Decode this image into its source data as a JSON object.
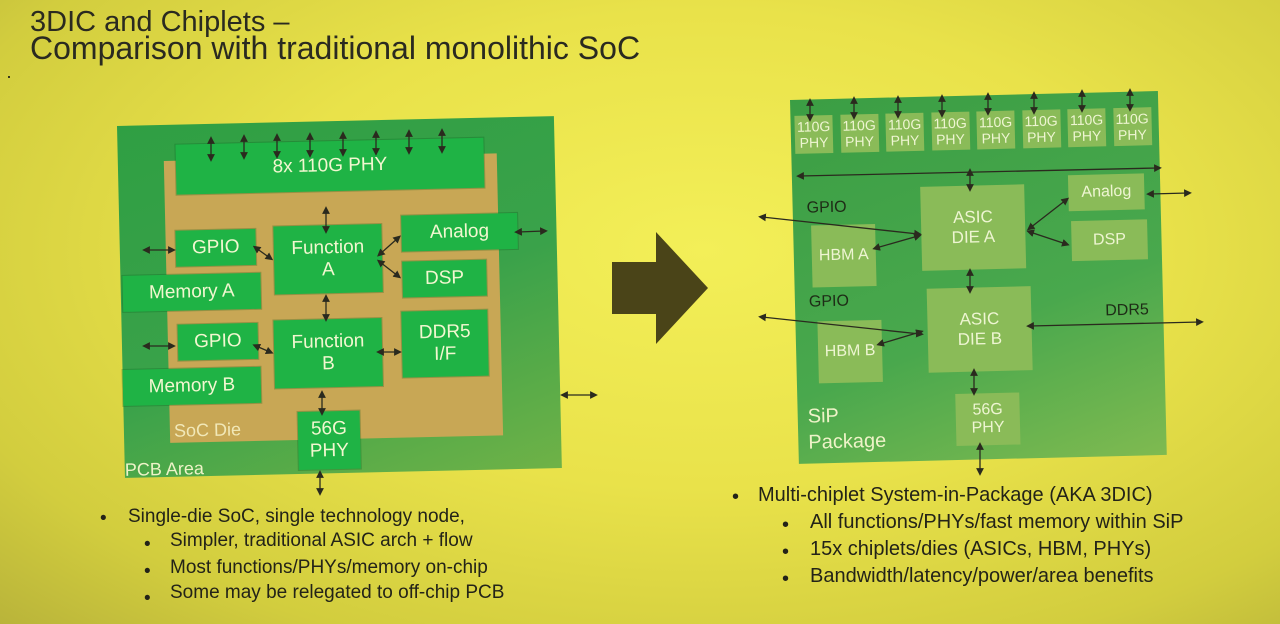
{
  "title": {
    "line1": "3DIC and Chiplets –",
    "line2": "Comparison with traditional monolithic SoC"
  },
  "left_diagram": {
    "pcb_label": "PCB Area",
    "soc_label": "SoC Die",
    "phy_top": "8x 110G PHY",
    "gpio1": "GPIO",
    "gpio2": "GPIO",
    "memory_a": "Memory A",
    "memory_b": "Memory B",
    "function_a": [
      "Function",
      "A"
    ],
    "function_b": [
      "Function",
      "B"
    ],
    "analog": "Analog",
    "dsp": "DSP",
    "ddr5": [
      "DDR5",
      "I/F"
    ],
    "phy56": [
      "56G",
      "PHY"
    ]
  },
  "right_diagram": {
    "phy_label": [
      "110G",
      "PHY"
    ],
    "phy_count": 8,
    "gpio1": "GPIO",
    "gpio2": "GPIO",
    "asic_a": [
      "ASIC",
      "DIE A"
    ],
    "asic_b": [
      "ASIC",
      "DIE B"
    ],
    "hbm_a": "HBM A",
    "hbm_b": "HBM B",
    "analog": "Analog",
    "dsp": "DSP",
    "ddr5": "DDR5",
    "phy56": [
      "56G",
      "PHY"
    ],
    "package_label": [
      "SiP",
      "Package"
    ]
  },
  "left_bullets": {
    "main": "Single-die SoC, single technology node,",
    "subs": [
      "Simpler, traditional ASIC arch + flow",
      "Most functions/PHYs/memory on-chip",
      "Some may be relegated to off-chip PCB"
    ]
  },
  "right_bullets": {
    "main": "Multi-chiplet System-in-Package (AKA 3DIC)",
    "subs": [
      "All functions/PHYs/fast memory within SiP",
      "15x chiplets/dies (ASICs, HBM, PHYs)",
      "Bandwidth/latency/power/area benefits"
    ]
  },
  "colors": {
    "background": "#ece548",
    "pcb_green": "#3aa24a",
    "soc_tan": "#c8a755",
    "block_green": "#1fb345",
    "sip_block": "#8abb58",
    "arrow": "#4a4418"
  }
}
